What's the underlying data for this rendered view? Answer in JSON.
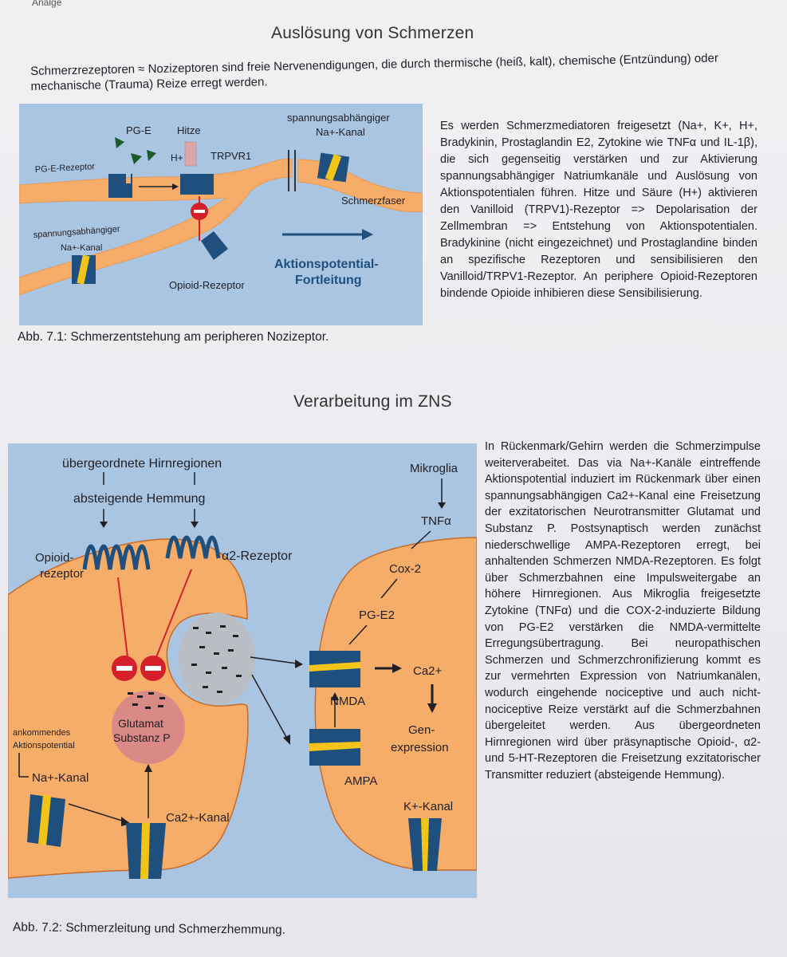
{
  "header": {
    "corner_text": "Analge",
    "section1_title": "Auslösung von Schmerzen",
    "intro_text": "Schmerzrezeptoren ≈ Nozizeptoren sind freie Nervenendigungen, die durch thermische (heiß, kalt), chemische (Entzündung) oder mechanische (Trauma) Reize erregt werden."
  },
  "figure1": {
    "labels": {
      "pge": "PG-E",
      "hitze": "Hitze",
      "pge_receptor": "PG-E-Rezeptor",
      "h_plus": "H+",
      "trpvr1": "TRPVR1",
      "na_channel_top": "spannungsabhängiger Na+-Kanal",
      "na_channel_top_line1": "spannungsabhängiger",
      "na_channel_top_line2": "Na+-Kanal",
      "schmerzfaser": "Schmerzfaser",
      "na_channel_bottom_line1": "spannungsabhängiger",
      "na_channel_bottom_line2": "Na+-Kanal",
      "opioid_receptor": "Opioid-Rezeptor",
      "ap_line1": "Aktionspotential-",
      "ap_line2": "Fortleitung"
    },
    "caption": "Abb. 7.1: Schmerzentstehung am peripheren Nozizeptor."
  },
  "paragraph1": "Es werden Schmerzmediatoren freigesetzt (Na+, K+, H+, Bradykinin, Prostaglandin E2, Zytokine wie TNFα und IL-1β), die sich gegenseitig verstärken und zur Aktivierung spannungsabhängiger Natriumkanäle und Auslösung von Aktionspotentialen führen. Hitze und Säure (H+) aktivieren den Vanilloid (TRPV1)-Rezeptor => Depolarisation der Zellmembran => Entstehung von Aktionspotentialen. Bradykinine (nicht eingezeichnet) und Prostaglandine binden an spezifische Rezeptoren und sensibilisieren den Vanilloid/TRPV1-Rezeptor. An periphere Opioid-Rezeptoren bindende Opioide inhibieren diese Sensibilisierung.",
  "section2_title": "Verarbeitung im ZNS",
  "figure2": {
    "labels": {
      "upper_regions": "übergeordnete Hirnregionen",
      "descending": "absteigende Hemmung",
      "opioid_line1": "Opioid-",
      "opioid_line2": "rezeptor",
      "alpha2": "α2-Rezeptor",
      "microglia": "Mikroglia",
      "tnf": "TNFα",
      "cox2": "Cox-2",
      "pge2": "PG-E2",
      "ca2": "Ca2+",
      "nmda": "NMDA",
      "gene_line1": "Gen-",
      "gene_line2": "expression",
      "ampa": "AMPA",
      "glutamat": "Glutamat",
      "substanz_p": "Substanz P",
      "incoming_line1": "ankommendes",
      "incoming_line2": "Aktionspotential",
      "na_channel": "Na+-Kanal",
      "ca_channel": "Ca2+-Kanal",
      "k_channel": "K+-Kanal"
    },
    "caption": "Abb. 7.2: Schmerzleitung und Schmerzhemmung."
  },
  "paragraph2": "In Rückenmark/Gehirn werden die Schmerzimpulse weiterverabeitet. Das via Na+-Kanäle eintreffende Aktionspotential induziert im Rückenmark über einen spannungsabhängigen Ca2+-Kanal eine Freisetzung der exzitatorischen Neurotransmitter Glutamat und Substanz P. Postsynaptisch werden zunächst niederschwellige AMPA-Rezeptoren erregt, bei anhaltenden Schmerzen NMDA-Rezeptoren. Es folgt über Schmerzbahnen eine Impulsweitergabe an höhere Hirnregionen. Aus Mikroglia freigesetzte Zytokine (TNFα) und die COX-2-induzierte Bildung von PG-E2 verstärken die NMDA-vermittelte Erregungsübertragung. Bei neuropathischen Schmerzen und Schmerzchronifizierung kommt es zur vermehrten Expression von Natriumkanälen, wodurch eingehende nociceptive und auch nicht-nociceptive Reize verstärkt auf die Schmerzbahnen übergeleitet werden. Aus übergeordneten Hirnregionen wird über präsynaptische Opioid-, α2- und 5-HT-Rezeptoren die Freisetzung exzitatorischer Transmitter reduziert (absteigende Hemmung).",
  "colors": {
    "figure_bg": "#a8c4e0",
    "nerve": "#f6ad6a",
    "receptor_blue": "#1f4f7c",
    "channel_yellow": "#f2c419",
    "inhibit_red": "#d5202a",
    "arrow_dark": "#2b2b2b"
  }
}
